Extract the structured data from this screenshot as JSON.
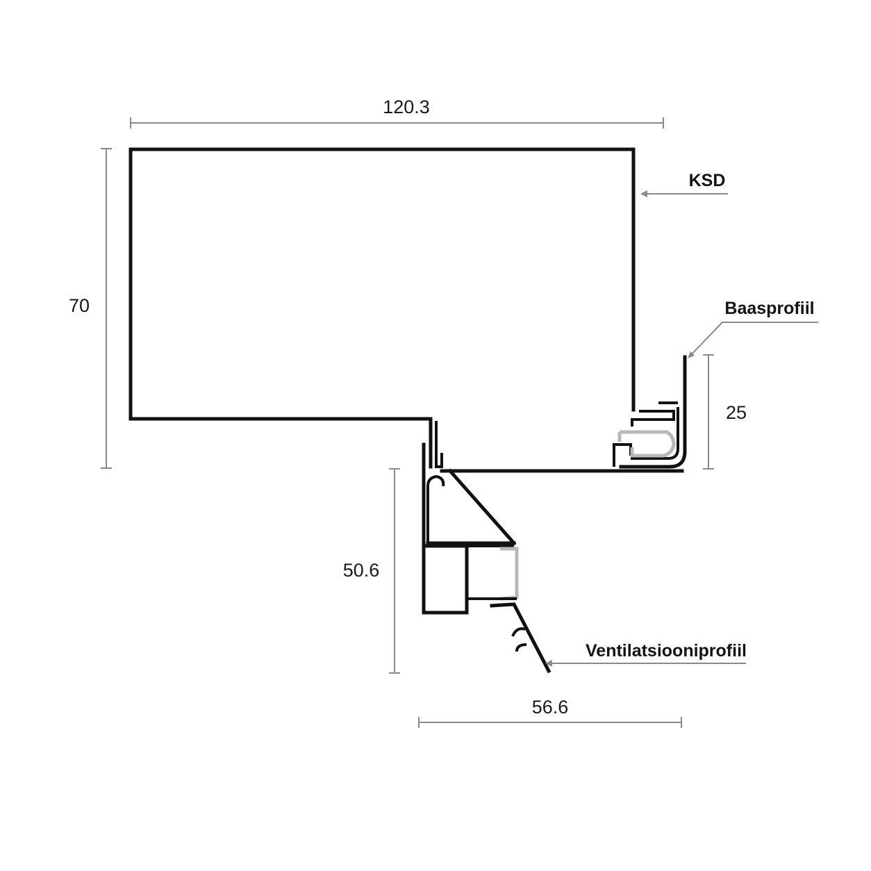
{
  "dimensions": {
    "width_top": "120.3",
    "height_left": "70",
    "height_base": "25",
    "height_vent": "50.6",
    "width_bottom": "56.6"
  },
  "labels": {
    "ksd": "KSD",
    "baasprofiil": "Baasprofiil",
    "ventilatsiooniprofiil": "Ventilatsiooniprofiil"
  },
  "colors": {
    "profile": "#111111",
    "dimension": "#8a8a8a",
    "gasket": "#b8b8b8"
  }
}
